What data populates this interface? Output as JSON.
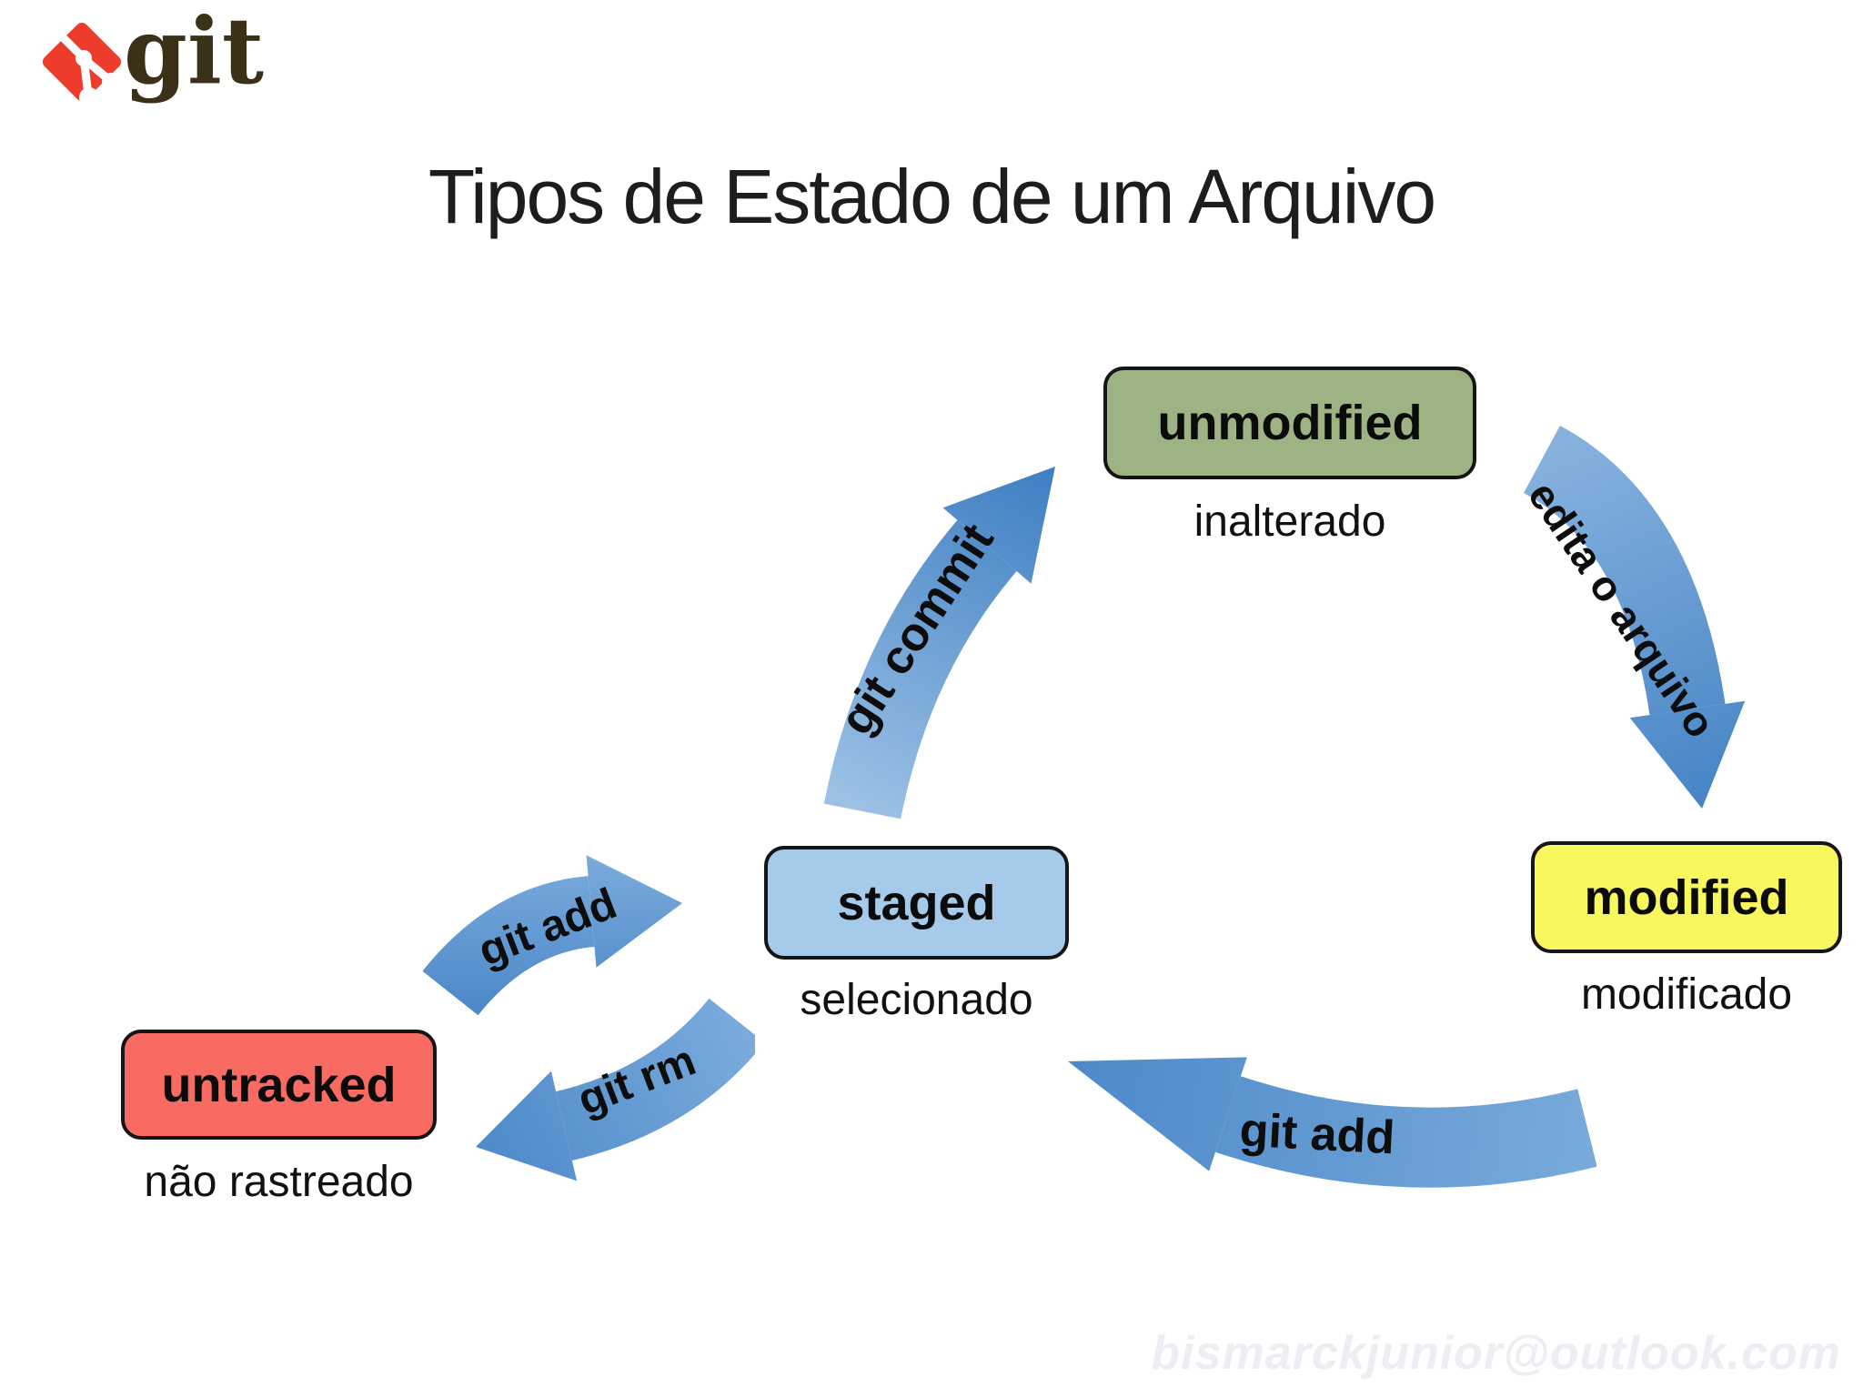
{
  "logo": {
    "brand": "git"
  },
  "title": "Tipos de Estado de um Arquivo",
  "states": [
    {
      "id": "unmodified",
      "label": "unmodified",
      "caption": "inalterado",
      "fill": "#9db383"
    },
    {
      "id": "modified",
      "label": "modified",
      "caption": "modificado",
      "fill": "#f8f75e"
    },
    {
      "id": "staged",
      "label": "staged",
      "caption": "selecionado",
      "fill": "#a6caea"
    },
    {
      "id": "untracked",
      "label": "untracked",
      "caption": "não rastreado",
      "fill": "#f96b62"
    }
  ],
  "transitions": [
    {
      "id": "git-commit",
      "label": "git commit",
      "from": "staged",
      "to": "unmodified"
    },
    {
      "id": "edita-o-arquivo",
      "label": "edita o arquivo",
      "from": "unmodified",
      "to": "modified"
    },
    {
      "id": "git-add-bottom",
      "label": "git add",
      "from": "modified",
      "to": "staged"
    },
    {
      "id": "git-add-left",
      "label": "git add",
      "from": "untracked",
      "to": "staged"
    },
    {
      "id": "git-rm",
      "label": "git rm",
      "from": "staged",
      "to": "untracked"
    }
  ],
  "watermark": "bismarckjunior@outlook.com",
  "colors": {
    "logo_red": "#ee3c2c",
    "logo_text": "#3b3118",
    "arrow_blue_dark": "#3d7ec2",
    "arrow_blue_light": "#9cc1e5",
    "box_border": "#151515",
    "background": "#ffffff"
  }
}
